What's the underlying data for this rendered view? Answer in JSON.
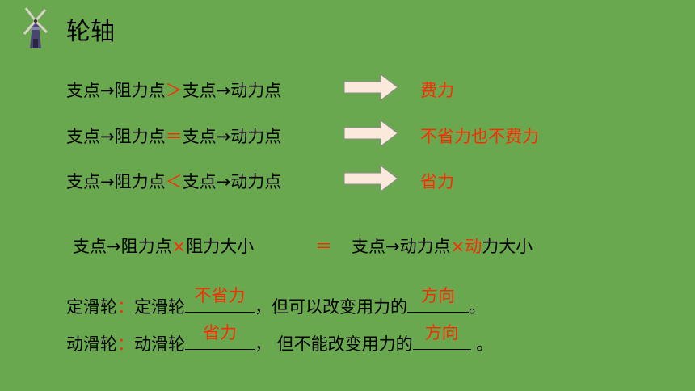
{
  "title": "轮轴",
  "rows": [
    {
      "left": "支点→阻力点",
      "op": "＞",
      "right": "支点→动力点",
      "result": "费力"
    },
    {
      "left": "支点→阻力点",
      "op": "＝",
      "right": "支点→动力点",
      "result": "不省力也不费力"
    },
    {
      "left": "支点→阻力点",
      "op": "＜",
      "right": "支点→动力点",
      "result": "省力"
    }
  ],
  "formula": {
    "part1": "支点→阻力点",
    "times1": "×",
    "part2": "阻力大小",
    "equals": "＝",
    "part3": "支点→动力点",
    "times2": "×",
    "part4_red": "动",
    "part4_black": "力大小"
  },
  "fixed_pulley": {
    "label": "定滑轮",
    "colon": "：",
    "text1": "定滑轮",
    "answer1": "不省力",
    "text2": "，但可以改变用力的",
    "answer2": "方向",
    "end": "。"
  },
  "movable_pulley": {
    "label": "动滑轮",
    "colon": "：",
    "text1": "动滑轮",
    "answer1": "省力",
    "text2": "，  但不能改变用力的",
    "answer2": "方向",
    "end": " 。"
  },
  "colors": {
    "background": "#6aa84f",
    "accent": "#ff2a00",
    "arrow_fill": "#fbe9dc"
  },
  "icons": [
    "windmill-icon",
    "right-arrow-icon"
  ]
}
